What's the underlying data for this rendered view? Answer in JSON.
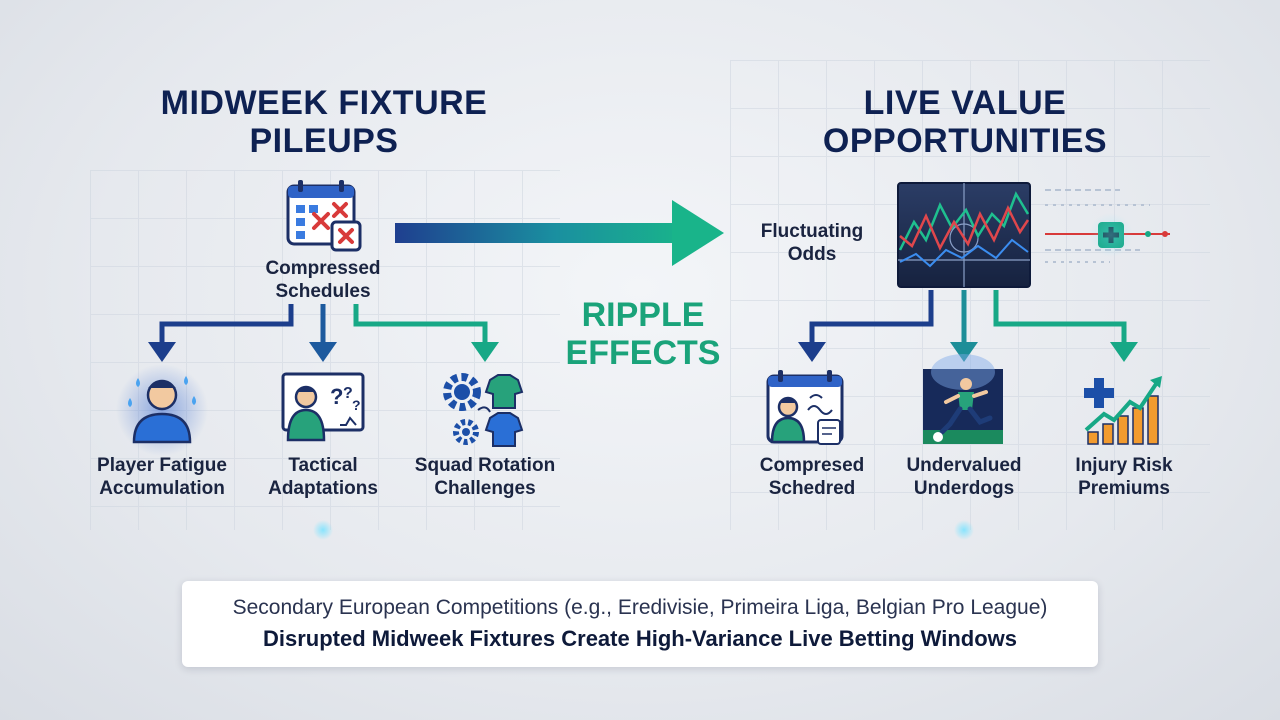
{
  "left_panel": {
    "title": "MIDWEEK FIXTURE\nPILEUPS",
    "source_node": {
      "label": "Compressed\nSchedules",
      "icon": "calendar-icon"
    },
    "children": [
      {
        "label": "Player Fatigue\nAccumulation",
        "icon": "tired-player-icon"
      },
      {
        "label": "Tactical\nAdaptations",
        "icon": "coach-whiteboard-icon"
      },
      {
        "label": "Squad Rotation\nChallenges",
        "icon": "gears-jerseys-icon"
      }
    ]
  },
  "center": {
    "label": "RIPPLE\nEFFECTS",
    "icon": "arrow-right-icon"
  },
  "right_panel": {
    "title": "LIVE VALUE\nOPPORTUNITIES",
    "source_node": {
      "label": "Fluctuating\nOdds",
      "icon": "odds-chart-icon"
    },
    "children": [
      {
        "label": "Compresed\nSchedred",
        "icon": "calendar-coach-icon"
      },
      {
        "label": "Undervalued\nUnderdogs",
        "icon": "kicking-player-icon"
      },
      {
        "label": "Injury Risk\nPremiums",
        "icon": "rising-bars-icon"
      }
    ]
  },
  "footer": {
    "subtitle": "Secondary European Competitions (e.g., Eredivisie, Primeira Liga, Belgian Pro League)",
    "headline": "Disrupted Midweek Fixtures Create High-Variance Live Betting Windows"
  },
  "colors": {
    "navy": "#0e2152",
    "blue": "#1f4fa3",
    "teal": "#17a886",
    "red": "#d83a3a",
    "orange": "#f29b2e"
  }
}
